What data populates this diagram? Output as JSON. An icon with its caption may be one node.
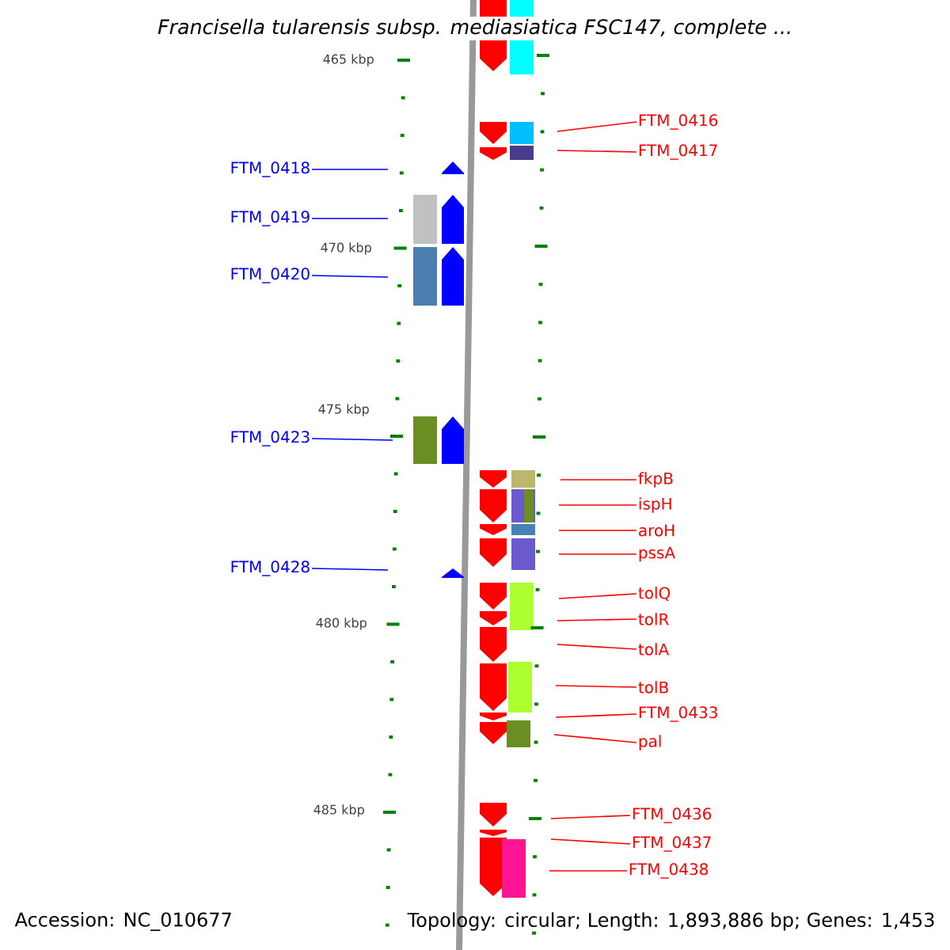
{
  "diagram": {
    "title": "Francisella tularensis subsp. mediasiatica FSC147, complete ...",
    "nodes": [
      {
        "text": [
          "FTM_0416"
        ]
      },
      {
        "text": [
          "FTM_0417"
        ]
      },
      {
        "text": [
          "FTM_0418"
        ]
      },
      {
        "text": [
          "FTM_0419"
        ]
      },
      {
        "text": [
          "FTM_0420"
        ]
      },
      {
        "text": [
          "FTM_0423"
        ]
      },
      {
        "text": [
          "fkpB"
        ]
      },
      {
        "text": [
          "ispH"
        ]
      },
      {
        "text": [
          "aroH"
        ]
      },
      {
        "text": [
          "pssA"
        ]
      },
      {
        "text": [
          "FTM_0428"
        ]
      },
      {
        "text": [
          "tolQ"
        ]
      },
      {
        "text": [
          "tolR"
        ]
      },
      {
        "text": [
          "tolA"
        ]
      },
      {
        "text": [
          "tolB"
        ]
      },
      {
        "text": [
          "FTM_0433"
        ]
      },
      {
        "text": [
          "pal"
        ]
      },
      {
        "text": [
          "FTM_0436"
        ]
      },
      {
        "text": [
          "FTM_0437"
        ]
      },
      {
        "text": [
          "FTM_0438"
        ]
      }
    ],
    "edges": [
      {
        "from": 0,
        "to": null,
        "arrow": "none"
      },
      {
        "from": 1,
        "to": null,
        "arrow": "none"
      },
      {
        "from": 2,
        "to": null,
        "arrow": "none",
        "color": "#0000ff"
      },
      {
        "from": 3,
        "to": null,
        "arrow": "none",
        "color": "#0000ff"
      },
      {
        "from": 4,
        "to": null,
        "arrow": "none",
        "color": "#0000ff"
      },
      {
        "from": 5,
        "to": null,
        "arrow": "none",
        "color": "#0000ff"
      },
      {
        "from": 6,
        "to": null,
        "arrow": "none"
      },
      {
        "from": 7,
        "to": null,
        "arrow": "none"
      },
      {
        "from": 8,
        "to": null,
        "arrow": "none"
      },
      {
        "from": 9,
        "to": null,
        "arrow": "none"
      },
      {
        "from": 10,
        "to": null,
        "arrow": "none",
        "color": "#0000ff"
      },
      {
        "from": 11,
        "to": null,
        "arrow": "none"
      },
      {
        "from": 12,
        "to": null,
        "arrow": "none"
      },
      {
        "from": 13,
        "to": null,
        "arrow": "none"
      },
      {
        "from": 14,
        "to": null,
        "arrow": "none"
      },
      {
        "from": 15,
        "to": null,
        "arrow": "none"
      },
      {
        "from": 16,
        "to": null,
        "arrow": "none"
      },
      {
        "from": 17,
        "to": null,
        "arrow": "none"
      },
      {
        "from": 18,
        "to": null,
        "arrow": "none"
      },
      {
        "from": 19,
        "to": null,
        "arrow": "none"
      }
    ],
    "labels": [
      "465 kbp",
      "470 kbp",
      "475 kbp",
      "480 kbp",
      "485 kbp",
      "Accession: NC_010677",
      "Topology: circular; Length: 1,893,886 bp; Genes: 1,453"
    ]
  }
}
